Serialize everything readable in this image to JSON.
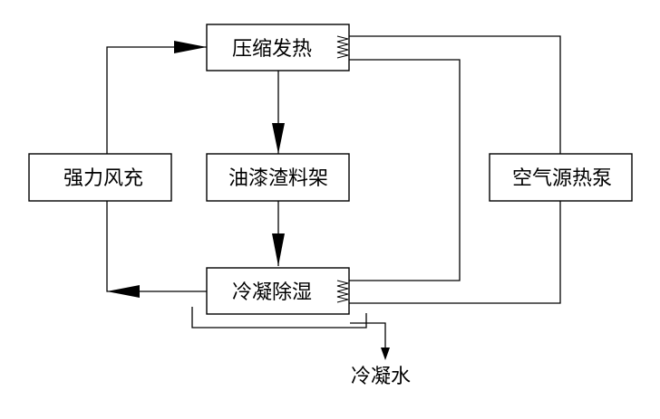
{
  "nodes": {
    "compress": "压缩发热",
    "fan": "强力风充",
    "paint": "油漆渣料架",
    "pump": "空气源热泵",
    "condense": "冷凝除湿",
    "water": "冷凝水"
  }
}
